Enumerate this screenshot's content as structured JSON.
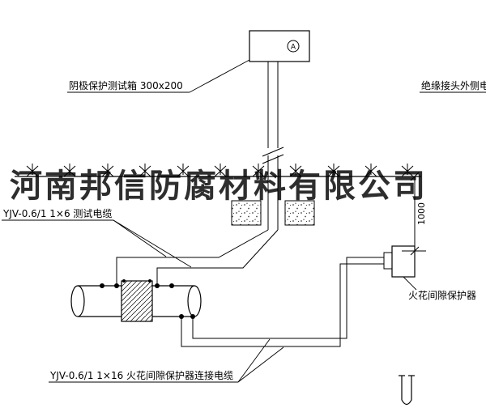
{
  "watermark": {
    "text": "河南邦信防腐材料有限公司",
    "color": "#1a1a1a",
    "opacity": 0.82
  },
  "labels": {
    "test_box": "阴极保护测试箱 300x200",
    "insulated_joint_cable": "绝缘接头外侧电缆",
    "test_cable": "YJV-0.6/1 1×6  测试电缆",
    "spark_gap_protector": "火花间隙保护器",
    "spark_gap_cable": "YJV-0.6/1 1×16  火花间隙保护器连接电缆",
    "dimension_1000": "1000",
    "ammeter_symbol": "A"
  },
  "symbols": {
    "ground_hatch": "earth/grade hatch marks (x-marks on grade line)",
    "concrete_block": "stippled concrete anchor blocks",
    "insulating_joint": "cross-hatched insulating flange joint on pipe",
    "ammeter": "circled letter A inside test box"
  },
  "colors": {
    "line": "#000000",
    "background": "#ffffff",
    "watermark": "#1a1a1a"
  }
}
